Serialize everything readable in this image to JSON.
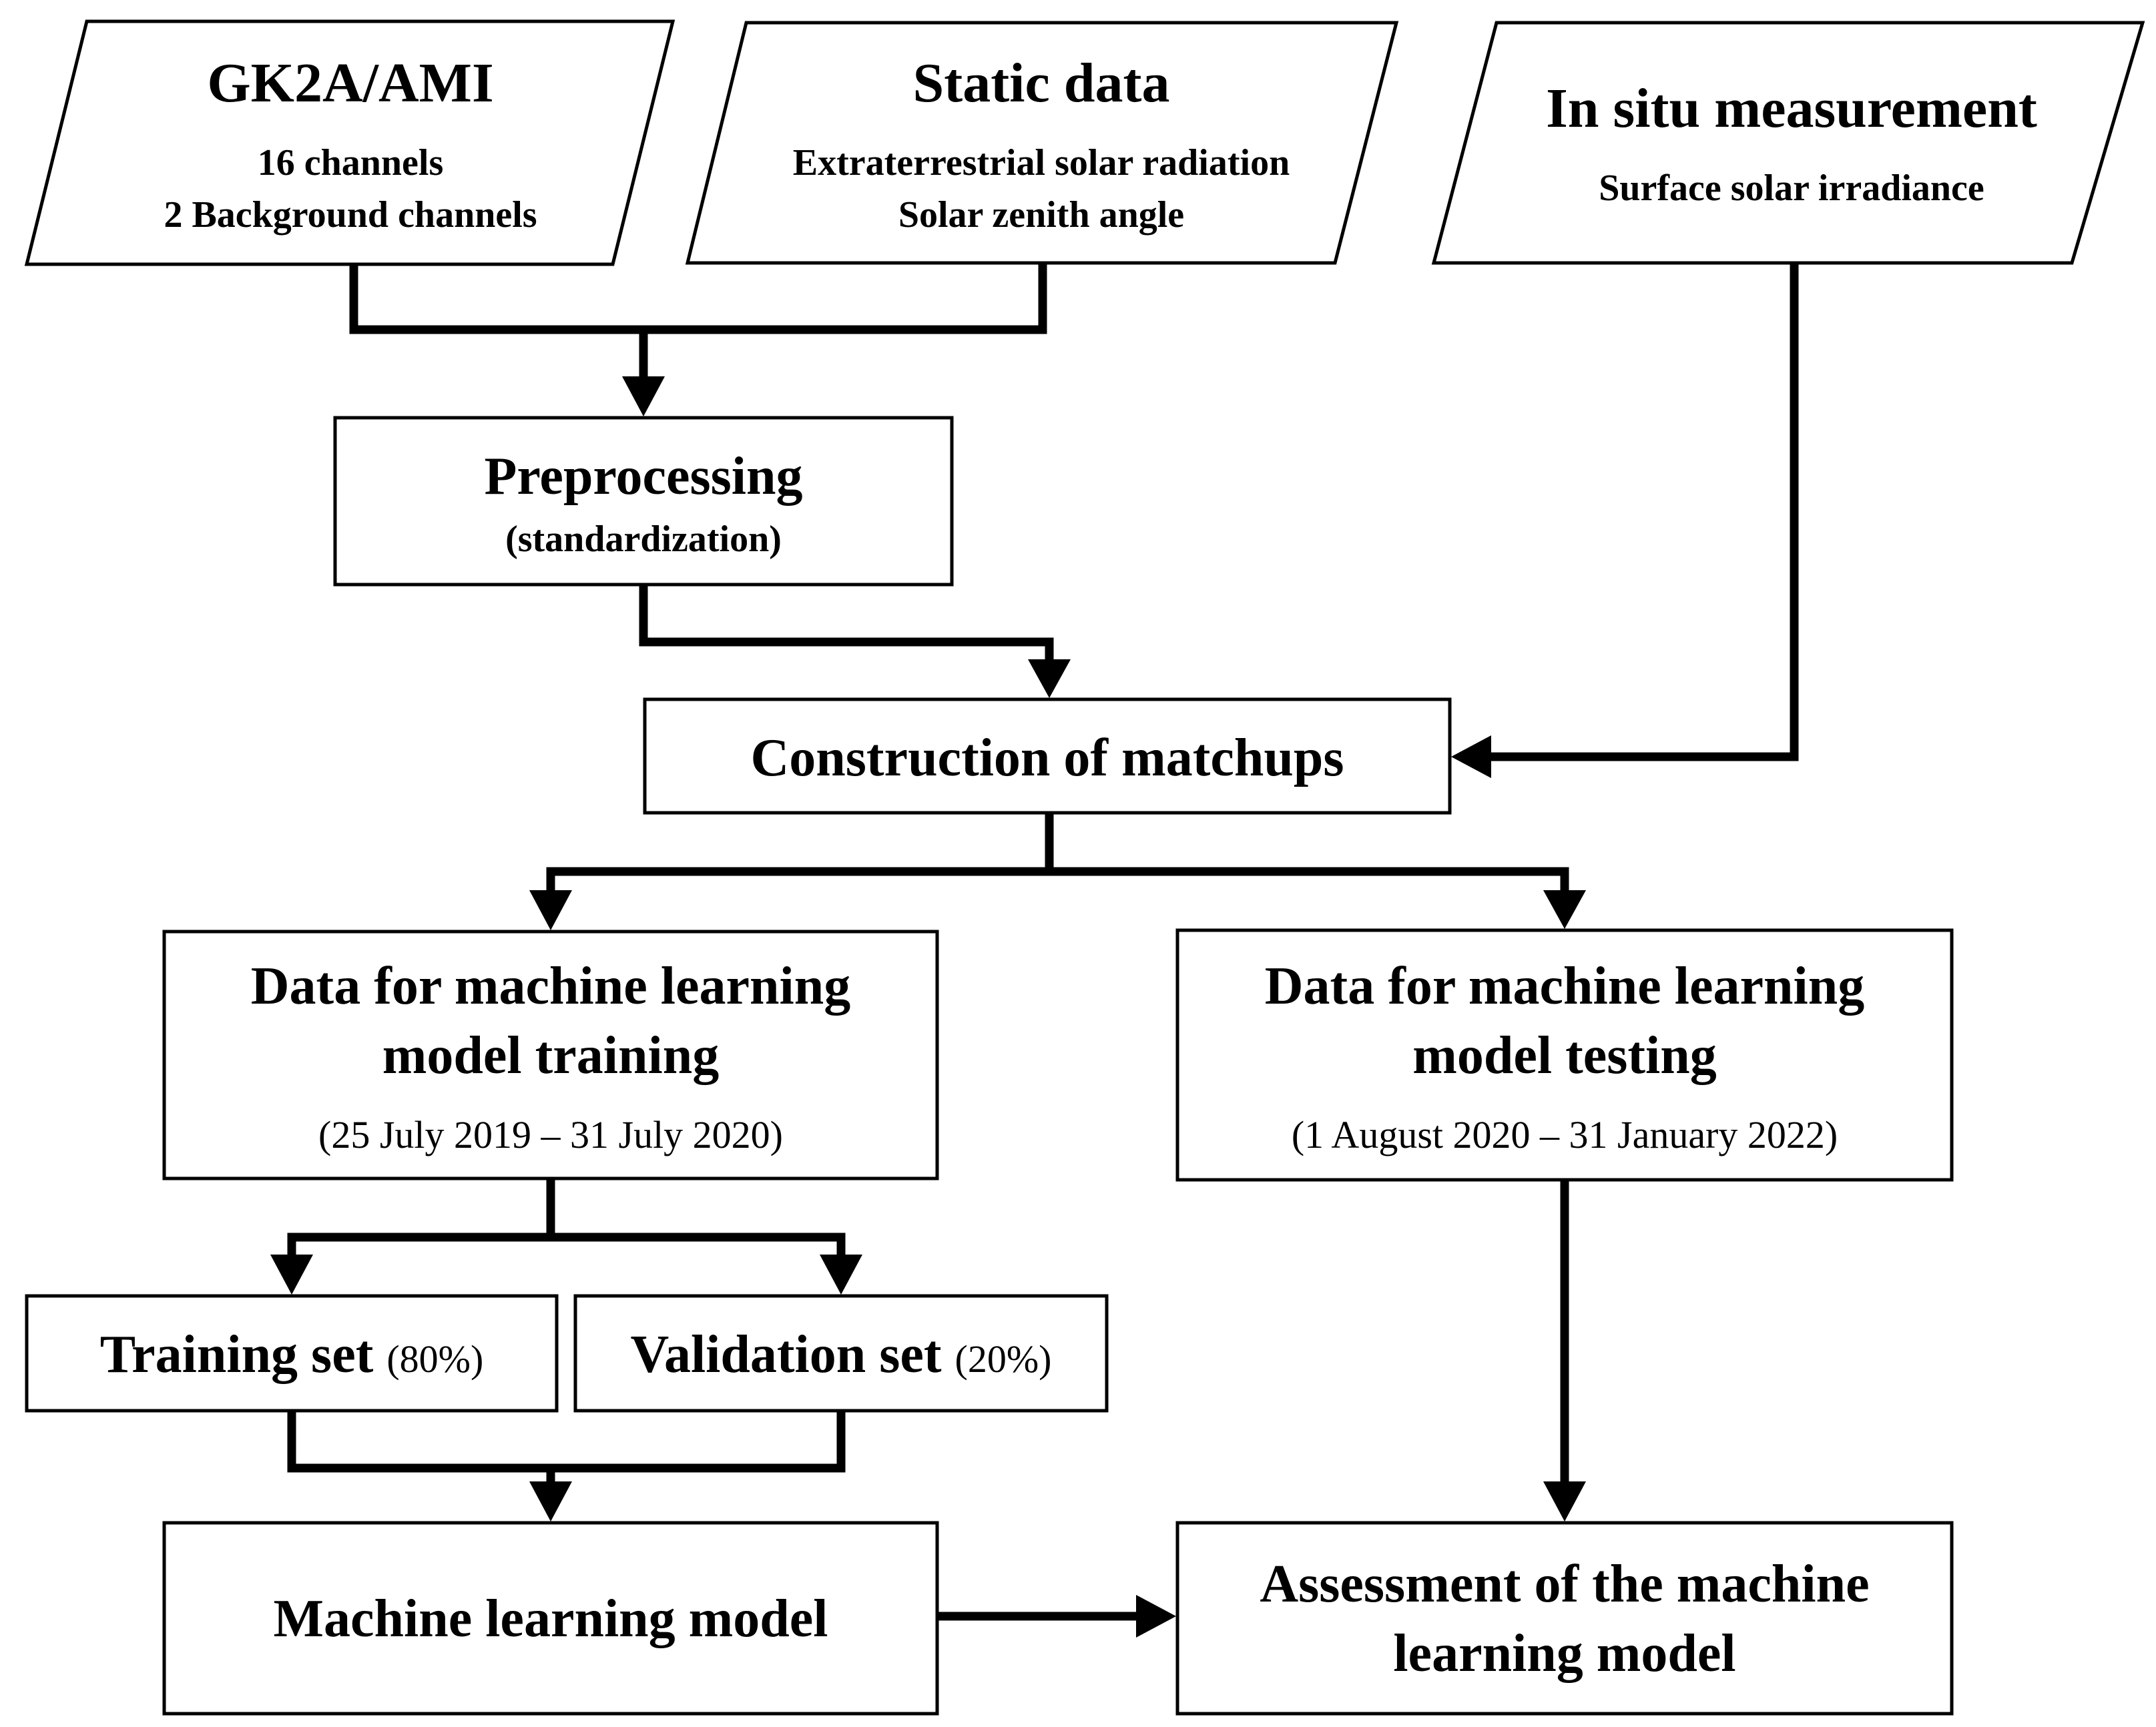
{
  "inputs": {
    "gk2a": {
      "title": "GK2A/AMI",
      "line1": "16 channels",
      "line2": "2 Background channels"
    },
    "static": {
      "title": "Static data",
      "line1": "Extraterrestrial solar radiation",
      "line2": "Solar zenith angle"
    },
    "insitu": {
      "title": "In situ measurement",
      "line1": "Surface solar irradiance"
    }
  },
  "preprocessing": {
    "title": "Preprocessing",
    "subtitle": "(standardization)"
  },
  "matchups": {
    "title": "Construction of matchups"
  },
  "training_data": {
    "line1": "Data for machine learning",
    "line2": "model training",
    "period": "(25 July 2019 – 31 July 2020)"
  },
  "testing_data": {
    "line1": "Data for machine learning",
    "line2": "model testing",
    "period": "(1 August 2020 – 31 January 2022)"
  },
  "training_set": {
    "label": "Training set",
    "share": "(80%)"
  },
  "validation_set": {
    "label": "Validation set",
    "share": "(20%)"
  },
  "ml_model": {
    "title": "Machine learning model"
  },
  "assessment": {
    "line1": "Assessment of the machine",
    "line2": "learning model"
  }
}
